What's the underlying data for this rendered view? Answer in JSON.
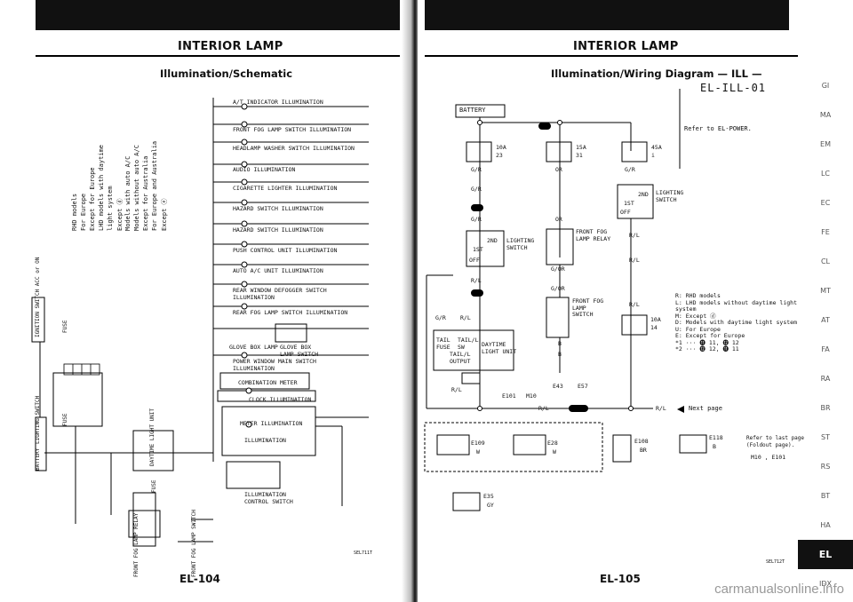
{
  "left": {
    "header": "INTERIOR LAMP",
    "title": "Illumination/Schematic",
    "page_number": "EL-104",
    "figure_code": "SEL711T",
    "legend": [
      "RHD models",
      "For Europe",
      "Except for Europe",
      "LHD models with daytime",
      "light system",
      "Except ⓓ",
      "Models with auto A/C",
      "Models without auto A/C",
      "Except for Australia",
      "For Europe and Australia",
      "Except ⓔ"
    ],
    "switch_labels": [
      "IGNITION SWITCH ACC or ON",
      "LIGHTING SWITCH",
      "BATTERY",
      "FUSE",
      "FUSE",
      "FUSE",
      "FRONT FOG LAMP RELAY",
      "FRONT FOG LAMP SWITCH",
      "DAYTIME LIGHT UNIT"
    ],
    "circuits": [
      "A/T INDICATOR ILLUMINATION",
      "FRONT FOG LAMP SWITCH ILLUMINATION",
      "HEADLAMP WASHER SWITCH ILLUMINATION",
      "AUDIO ILLUMINATION",
      "CIGARETTE LIGHTER ILLUMINATION",
      "HAZARD SWITCH ILLUMINATION",
      "HAZARD SWITCH ILLUMINATION",
      "PUSH CONTROL UNIT ILLUMINATION",
      "AUTO A/C UNIT ILLUMINATION",
      "REAR WINDOW DEFOGGER SWITCH ILLUMINATION",
      "REAR FOG LAMP SWITCH ILLUMINATION",
      "GLOVE BOX LAMP",
      "GLOVE BOX LAMP SWITCH",
      "POWER WINDOW MAIN SWITCH ILLUMINATION",
      "COMBINATION METER",
      "CLOCK ILLUMINATION",
      "METER ILLUMINATION",
      "ILLUMINATION",
      "ILLUMINATION CONTROL SWITCH"
    ]
  },
  "right": {
    "header": "INTERIOR LAMP",
    "title": "Illumination/Wiring Diagram — ILL —",
    "diagram_id": "EL-ILL-01",
    "page_number": "EL-105",
    "figure_code": "SEL712T",
    "battery": "BATTERY",
    "refer_power": "Refer to EL-POWER.",
    "fuses": [
      {
        "amp": "10A",
        "num": "23"
      },
      {
        "amp": "15A",
        "num": "31"
      },
      {
        "amp": "45A",
        "num": "i"
      },
      {
        "amp": "10A",
        "num": "14"
      }
    ],
    "wire_colors": [
      "G/R",
      "G/R",
      "OR",
      "G/R",
      "G/R",
      "OR",
      "R/L",
      "R/L",
      "G/OR",
      "G/OR",
      "R/L",
      "R/L",
      "G/R",
      "R/L",
      "B",
      "B",
      "R/L",
      "R/L",
      "R/L"
    ],
    "components": {
      "lighting_switch": "LIGHTING SWITCH",
      "lighting_switch_pos": [
        "OFF",
        "1ST",
        "2ND"
      ],
      "front_fog_relay": "FRONT FOG LAMP RELAY",
      "front_fog_switch": "FRONT FOG LAMP SWITCH",
      "daytime_unit": "DAYTIME LIGHT UNIT",
      "tail_fuse": [
        "TAIL FUSE",
        "TAIL/L SW",
        "TAIL/L OUTPUT"
      ]
    },
    "next_page": "Next page",
    "legend": [
      {
        "sym": "R",
        "text": "RHD models"
      },
      {
        "sym": "L",
        "text": "LHD models without daytime light system"
      },
      {
        "sym": "M",
        "text": "Except ⓓ"
      },
      {
        "sym": "D",
        "text": "Models with daytime light system"
      },
      {
        "sym": "U",
        "text": "For Europe"
      },
      {
        "sym": "E",
        "text": "Except for Europe"
      },
      {
        "sym": "*1",
        "text": "⓫ 11, ⓬ 12"
      },
      {
        "sym": "*2",
        "text": "⓬ 12, ⓫ 11"
      }
    ],
    "foldout": "Refer to last page (Foldout page).",
    "foldout_codes": "M10 , E101",
    "connector_codes": [
      "E109",
      "E28",
      "E108",
      "E118",
      "E35",
      "E43",
      "E57",
      "E101",
      "M10"
    ],
    "connector_colors": [
      "W",
      "W",
      "BR",
      "B",
      "GY"
    ]
  },
  "side_index": [
    "GI",
    "MA",
    "EM",
    "LC",
    "EC",
    "FE",
    "CL",
    "MT",
    "AT",
    "FA",
    "RA",
    "BR",
    "ST",
    "RS",
    "BT",
    "HA",
    "EL",
    "IDX"
  ],
  "side_index_active": "EL",
  "watermark": "carmanualsonline.info"
}
